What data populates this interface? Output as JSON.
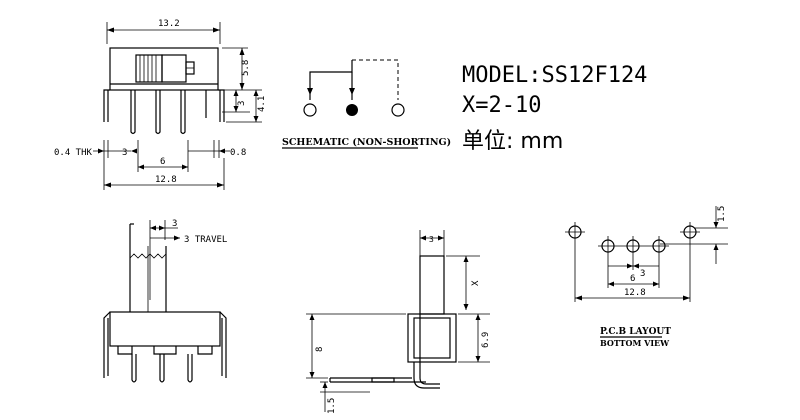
{
  "specs": {
    "model": "MODEL:SS12F124",
    "x_range": "X=2-10",
    "unit": "单位: mm"
  },
  "front_view": {
    "width_top": "13.2",
    "height_body": "5.8",
    "pin_length": "3",
    "total_height": "4.1",
    "thickness": "0.4 THK",
    "pitch_left": "3",
    "pin_width": "0.8",
    "pin_span": "6",
    "width_bottom": "12.8"
  },
  "schematic": {
    "label": "SCHEMATIC (NON-SHORTING)"
  },
  "travel_view": {
    "travel_value": "3",
    "travel_label": "3 TRAVEL"
  },
  "side_view": {
    "top_width": "3",
    "variable_height": "X",
    "body_height": "6.9",
    "overall_height": "8",
    "offset": "1.5"
  },
  "pcb_layout": {
    "offset_top": "1.5",
    "pitch": "3",
    "pin_span": "6",
    "outer_span": "12.8",
    "title_line1": "P.C.B LAYOUT",
    "title_line2": "BOTTOM VIEW"
  }
}
